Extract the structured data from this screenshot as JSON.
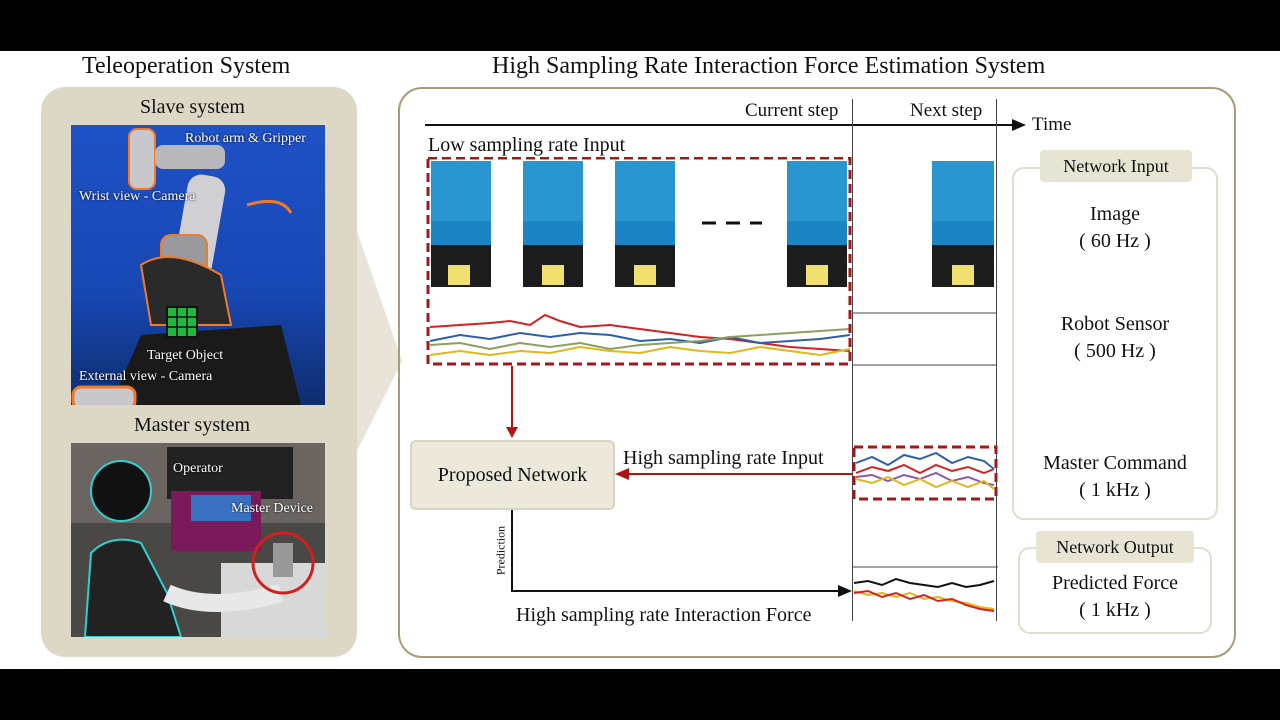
{
  "titles": {
    "left": "Teleoperation System",
    "right": "High Sampling Rate Interaction Force Estimation System"
  },
  "left_panel": {
    "slave_title": "Slave system",
    "master_title": "Master system",
    "slave_labels": {
      "robot": "Robot arm & Gripper",
      "wrist": "Wrist view - Camera",
      "target": "Target Object",
      "external": "External view - Camera"
    },
    "master_labels": {
      "operator": "Operator",
      "device": "Master Device"
    }
  },
  "timeline": {
    "current": "Current step",
    "next": "Next step",
    "time": "Time"
  },
  "low_input_label": "Low sampling rate Input",
  "high_input_label": "High sampling rate Input",
  "network_label": "Proposed Network",
  "prediction_label": "Prediction",
  "output_label": "High sampling rate Interaction Force",
  "network_input": {
    "title": "Network Input",
    "image": "Image",
    "image_rate": "( 60 Hz )",
    "sensor": "Robot Sensor",
    "sensor_rate": "( 500 Hz )",
    "master": "Master Command",
    "master_rate": "( 1 kHz )"
  },
  "network_output": {
    "title": "Network Output",
    "force": "Predicted Force",
    "force_rate": "( 1 kHz )"
  },
  "colors": {
    "panel_bg": "#ddd8c6",
    "panel_border": "#a89c78",
    "dash_red": "#a01818",
    "arrow_red": "#b01515",
    "signal_red": "#d62020",
    "signal_blue": "#2c5fa8",
    "signal_yellow": "#e0b81a",
    "signal_green": "#8aa060"
  }
}
